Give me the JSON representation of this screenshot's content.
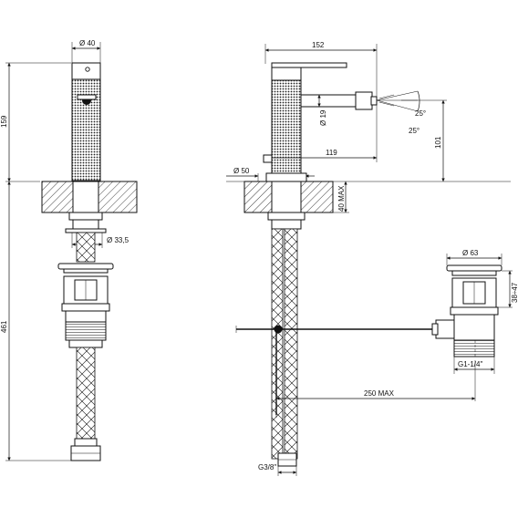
{
  "front_view": {
    "diameter_body": "Ø 40",
    "height_spout": "159",
    "total_length": "461",
    "diameter_base": "Ø 33,5"
  },
  "side_view": {
    "projection": "152",
    "diameter_outlet": "Ø 19",
    "reach": "119",
    "outlet_height": "101",
    "angle_up": "25°",
    "angle_down": "25°",
    "diameter_base": "Ø 50",
    "deck_thickness": "40 MAX",
    "connection": "G3/8\"",
    "rod_length": "250 MAX"
  },
  "drain": {
    "diameter_cap": "Ø 63",
    "height_range": "38÷47",
    "thread": "G1-1/4\""
  }
}
